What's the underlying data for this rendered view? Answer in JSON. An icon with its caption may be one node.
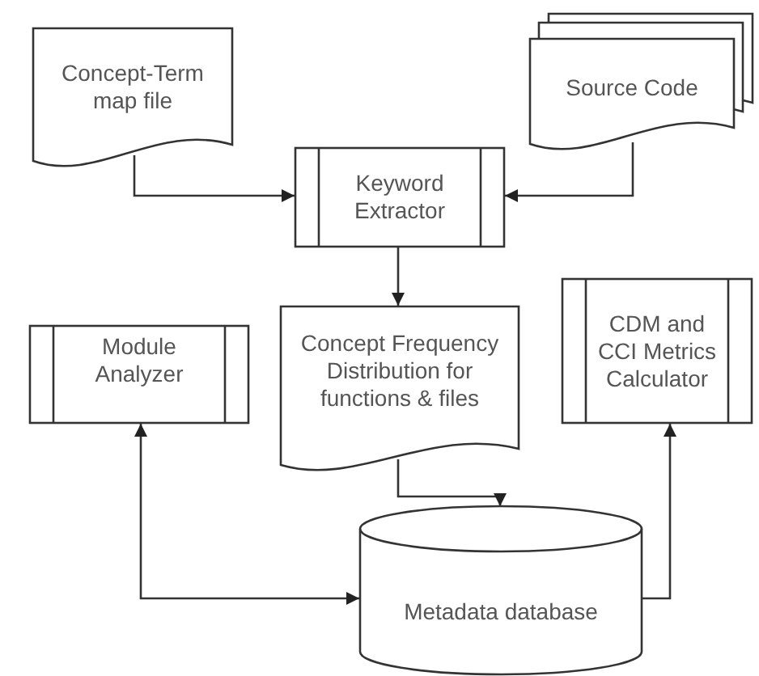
{
  "diagram": {
    "nodes": [
      {
        "text": [
          "Concept-Term map file"
        ]
      },
      {
        "text": [
          "Source Code"
        ]
      },
      {
        "text": [
          "Keyword Extractor"
        ]
      },
      {
        "text": [
          "Module Analyzer"
        ]
      },
      {
        "text": [
          "Concept Frequency Distribution for functions & files"
        ]
      },
      {
        "text": [
          "CDM and CCI Metrics Calculator"
        ]
      },
      {
        "text": [
          "Metadata database"
        ]
      }
    ],
    "edges": [
      {
        "from": 0,
        "to": 2,
        "arrow": "to"
      },
      {
        "from": 1,
        "to": 2,
        "arrow": "to"
      },
      {
        "from": 2,
        "to": 4,
        "arrow": "to"
      },
      {
        "from": 4,
        "to": 6,
        "arrow": "to"
      },
      {
        "from": 3,
        "to": 6,
        "arrow": "both"
      },
      {
        "from": 6,
        "to": 5,
        "arrow": "to"
      }
    ]
  }
}
